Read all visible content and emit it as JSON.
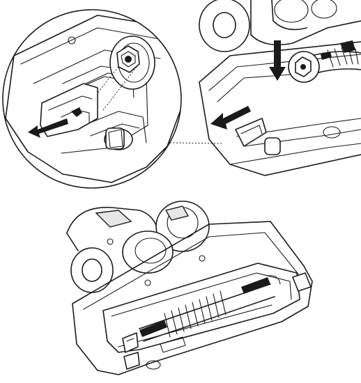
{
  "figure": {
    "panels": [
      {
        "id": "zoom-circle",
        "icons": [
          "release-tab-arrow-icon",
          "hexagon-brush-end-icon"
        ]
      },
      {
        "id": "top-right-detail",
        "icons": [
          "down-arrow-icon",
          "pull-left-arrow-icon"
        ]
      },
      {
        "id": "bottom-nozzle",
        "icons": [
          "roller-brush-icon",
          "wheel-icon"
        ]
      }
    ],
    "colors": {
      "line": "#1a1a1a",
      "background": "#ffffff",
      "fill_gray": "#e6e6e6"
    }
  }
}
